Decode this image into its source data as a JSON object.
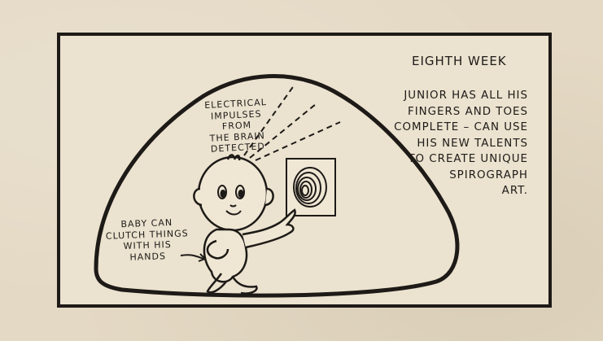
{
  "panel": {
    "title": "EIGHTH WEEK",
    "caption_lines": [
      "JUNIOR HAS ALL HIS",
      "FINGERS AND TOES",
      "COMPLETE – CAN USE",
      "HIS NEW TALENTS",
      "TO CREATE UNIQUE",
      "SPIROGRAPH",
      "ART."
    ],
    "brain_note_lines": [
      "ELECTRICAL",
      "IMPULSES",
      "FROM",
      "THE BRAIN",
      "DETECTED"
    ],
    "clutch_note_lines": [
      "BABY CAN",
      "CLUTCH THINGS",
      "WITH HIS",
      "HANDS"
    ]
  },
  "colors": {
    "paper": "#e4d9c4",
    "ink": "#1d1a17"
  }
}
